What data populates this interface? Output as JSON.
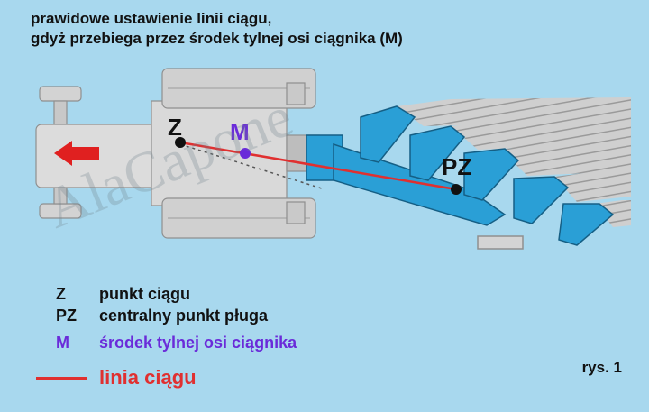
{
  "title": {
    "line1": "prawidowe ustawienie linii ciągu,",
    "line2": "gdyż przebiega przez środek tylnej osi ciągnika (M)"
  },
  "points": {
    "Z": "Z",
    "M": "M",
    "PZ": "PZ"
  },
  "legend": {
    "z_symbol": "Z",
    "z_text": "punkt ciągu",
    "pz_symbol": "PZ",
    "pz_text": "centralny punkt pługa",
    "m_symbol": "M",
    "m_text": "środek tylnej osi ciągnika",
    "line_text": "linia ciągu"
  },
  "figure_label": "rys. 1",
  "watermark": "AlaCapone",
  "colors": {
    "background": "#a8d8ee",
    "tractor": "#d6d6d6",
    "plough": "#2a9fd6",
    "line": "#e03030",
    "m_color": "#6a2bd9",
    "arrow": "#e02020"
  }
}
